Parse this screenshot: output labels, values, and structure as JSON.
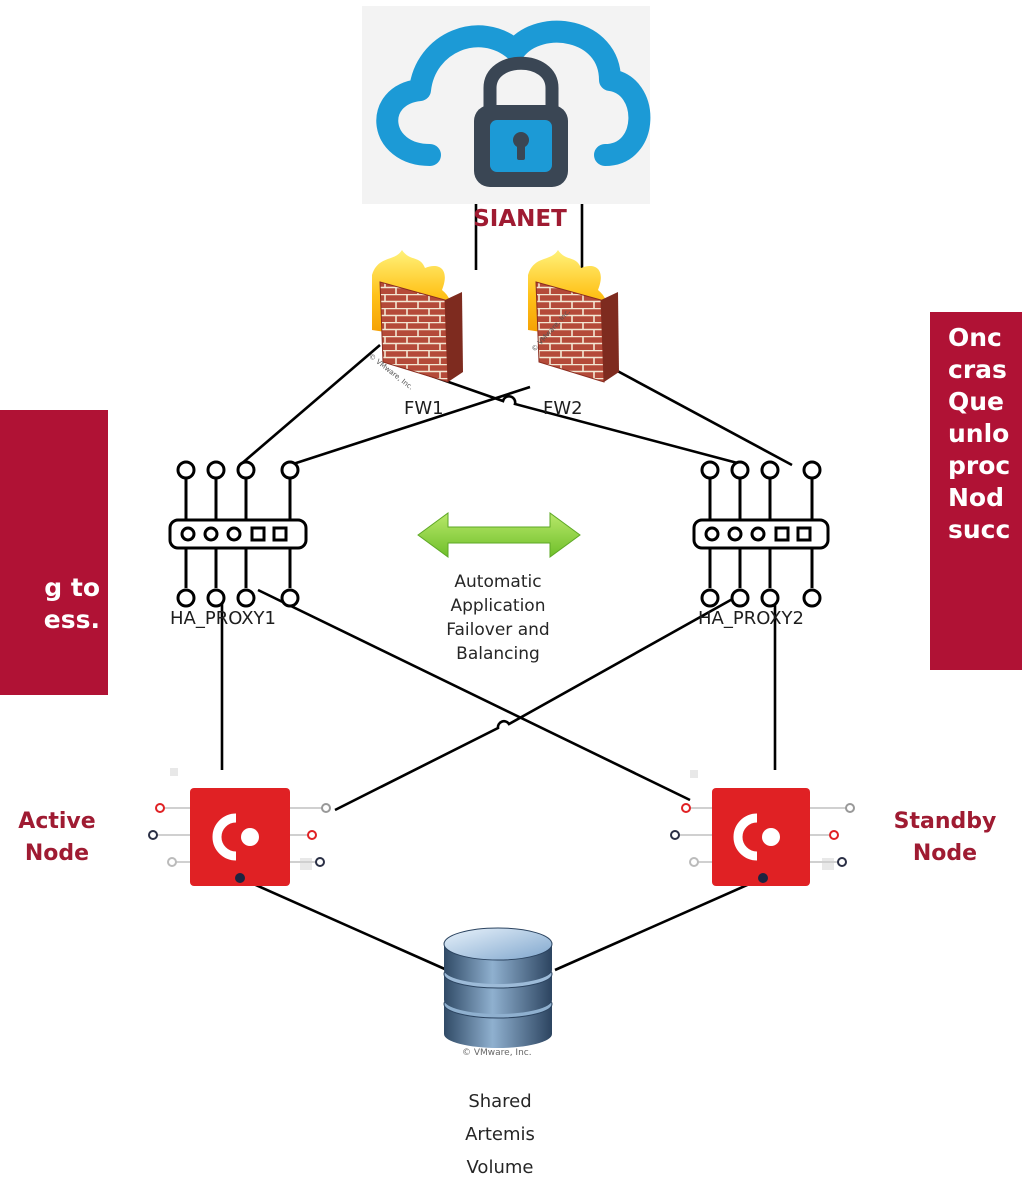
{
  "diagram": {
    "cloud": {
      "label": "SIANET",
      "icon": "cloud-lock-icon"
    },
    "firewalls": [
      {
        "label": "FW1",
        "watermark": "© VMware, Inc."
      },
      {
        "label": "FW2",
        "watermark": "© VMware, Inc."
      }
    ],
    "proxies": [
      {
        "label": "HA_PROXY1"
      },
      {
        "label": "HA_PROXY2"
      }
    ],
    "balancer_text": [
      "Automatic",
      "Application",
      "Failover and",
      "Balancing"
    ],
    "nodes": [
      {
        "label_lines": [
          "Active",
          "Node"
        ]
      },
      {
        "label_lines": [
          "Standby",
          "Node"
        ]
      }
    ],
    "storage": {
      "label_lines": [
        "Shared",
        "Artemis",
        "Volume"
      ],
      "watermark": "© VMware, Inc."
    },
    "left_panel": {
      "lines": [
        "g to",
        "ess."
      ]
    },
    "right_panel": {
      "lines": [
        "Onc",
        "cras",
        "Que",
        "unlo",
        "proc",
        "Nod",
        "succ"
      ]
    },
    "colors": {
      "accent_red": "#b01235",
      "title_red": "#9f1b32",
      "cloud_blue": "#1c9ad6",
      "lock_dark": "#3a4654",
      "node_red": "#e02124",
      "arrow_green": "#8ed13c"
    }
  }
}
